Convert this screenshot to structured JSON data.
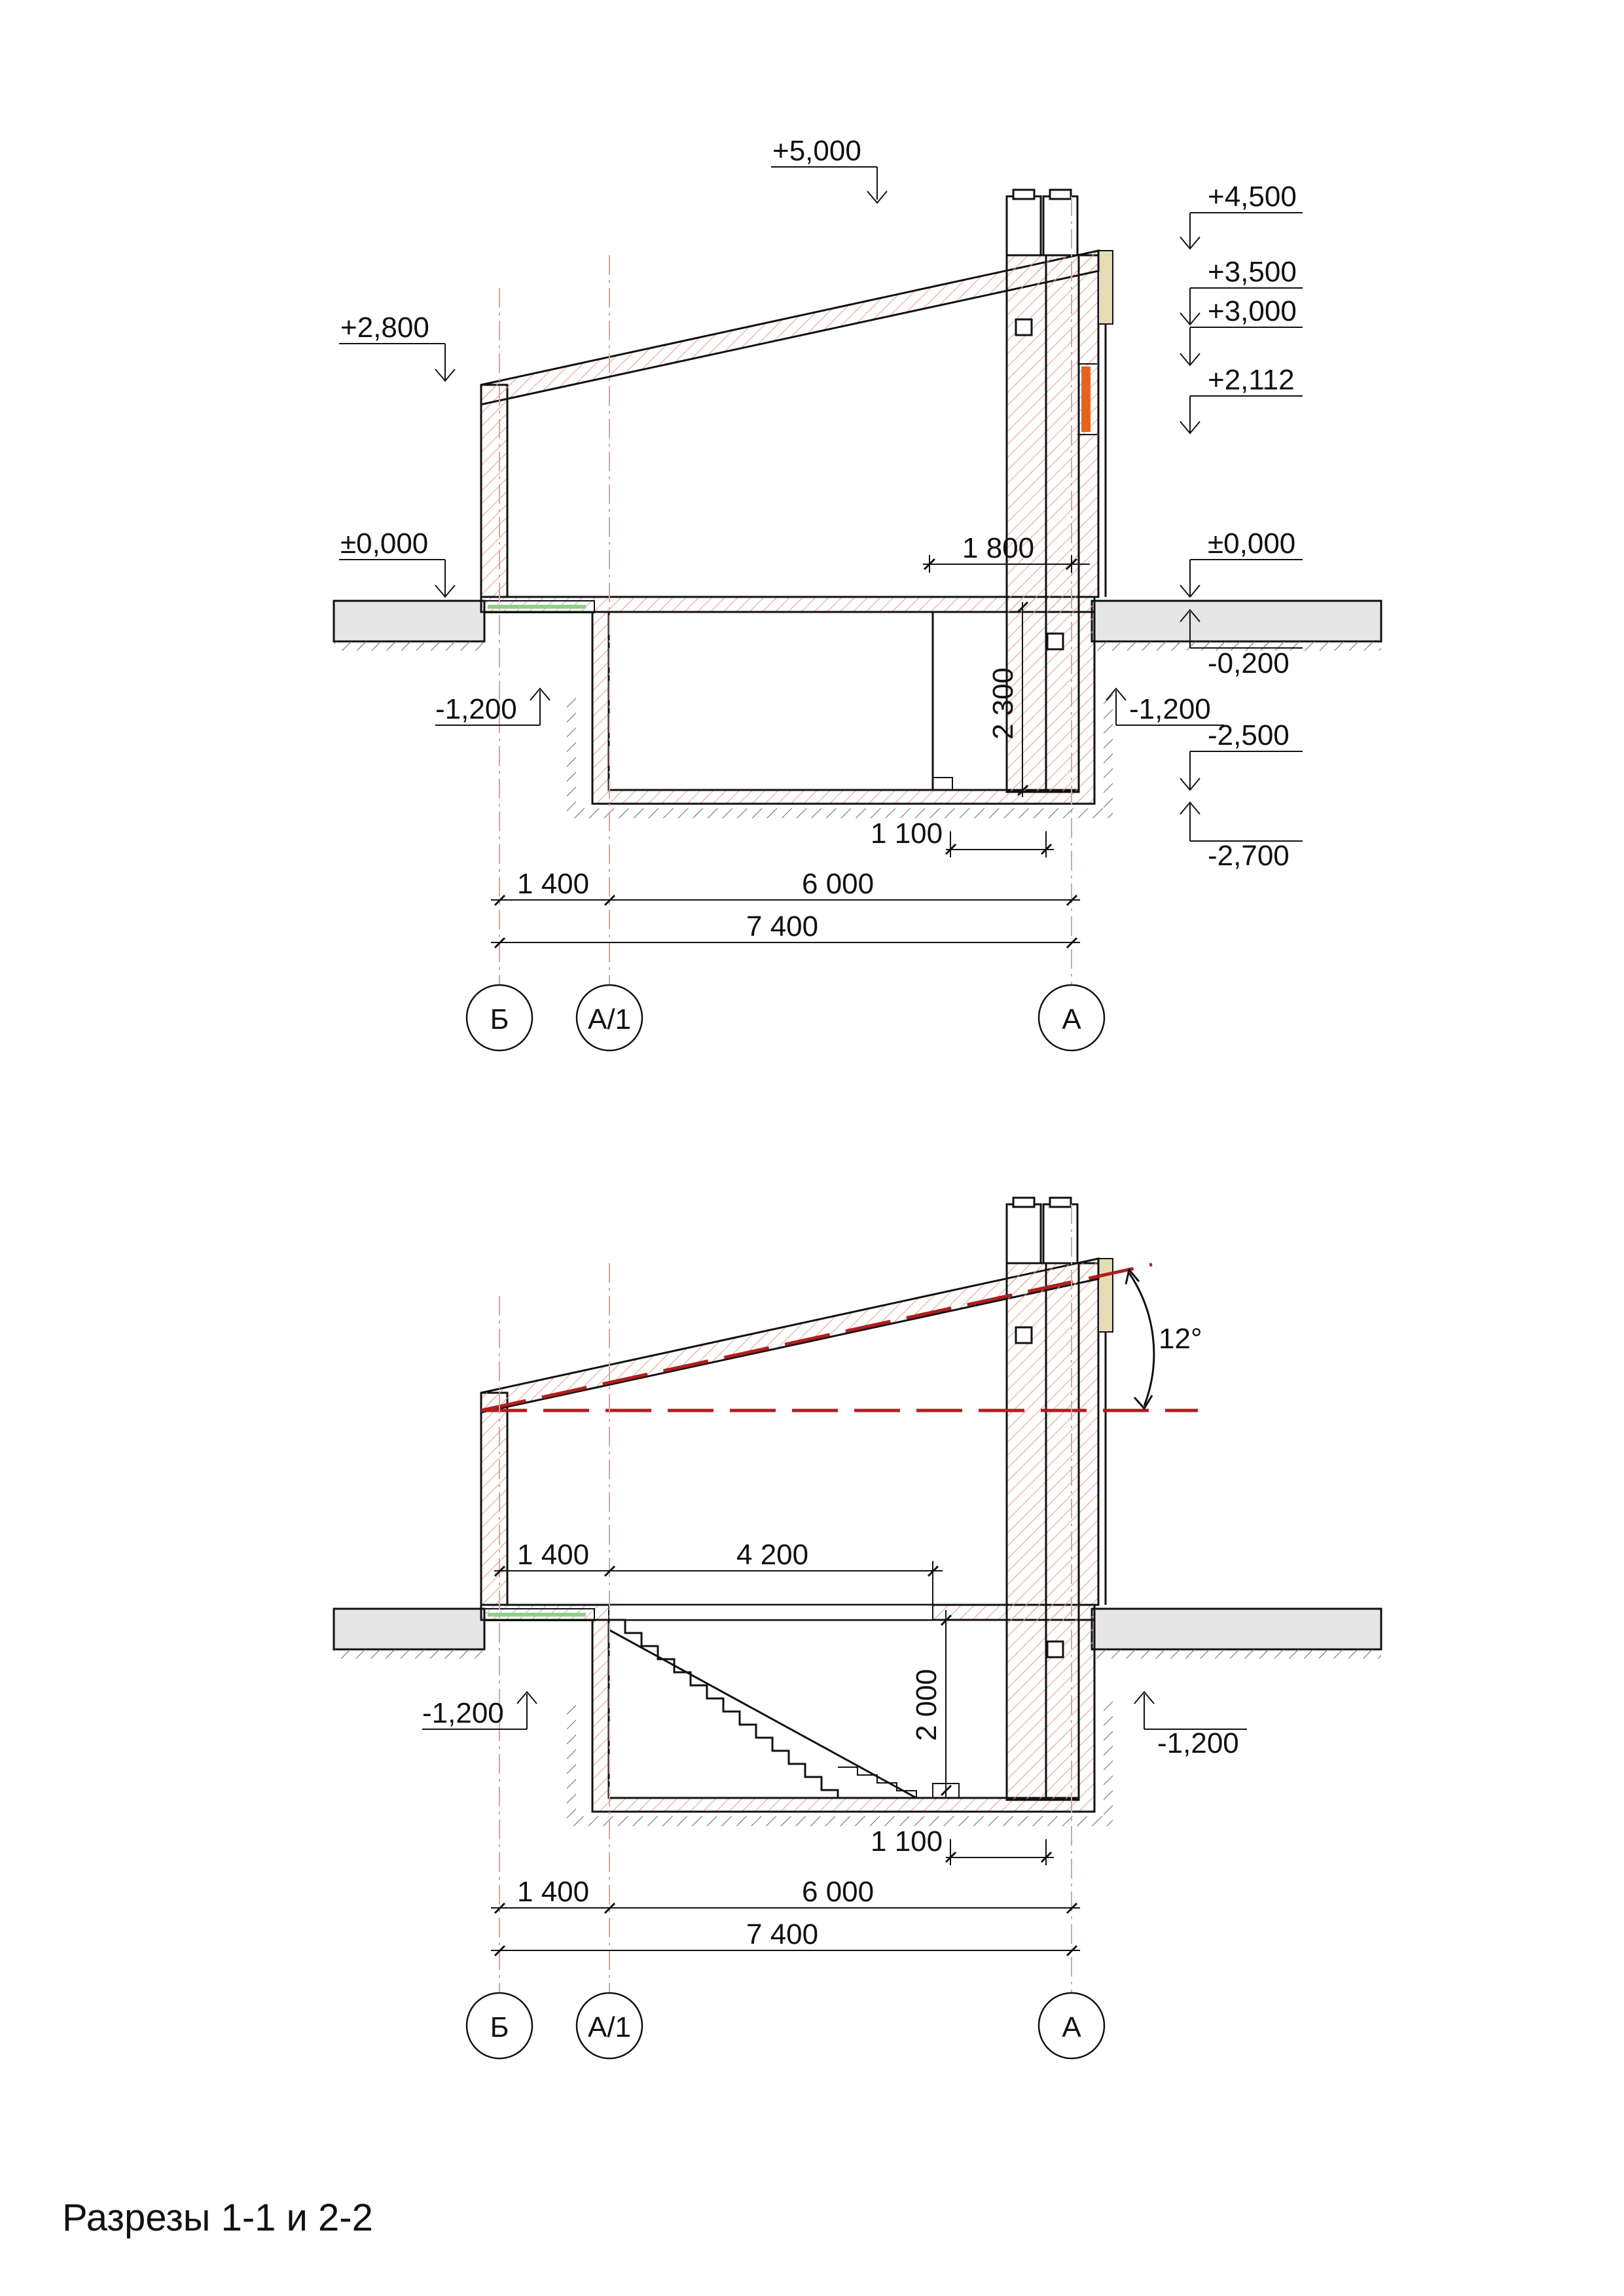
{
  "sheet_title": "Разрезы 1-1 и 2-2",
  "colors": {
    "line": "#111111",
    "hatch": "#e3a39a",
    "ground_fill": "#e6e6e6",
    "axis_line": "#e7a08d",
    "slope_line": "#b01e1e",
    "window": "#e2661d",
    "cladding": "#e5dcb7",
    "insulation": "#8fd088"
  },
  "axes": [
    {
      "label": "Б"
    },
    {
      "label": "А/1"
    },
    {
      "label": "А"
    }
  ],
  "section_1": {
    "levels": {
      "roof_top": "+5,000",
      "chimney_top": "+4,500",
      "parapet": "+3,500",
      "ridge": "+3,000",
      "window_top": "+2,112",
      "eave": "+2,800",
      "floor_left": "±0,000",
      "floor_right": "±0,000",
      "ground": "-0,200",
      "foundation_left": "-1,200",
      "foundation_right": "-1,200",
      "cellar_floor": "-2,500",
      "cellar_slab_bottom": "-2,700"
    },
    "dims": {
      "d1800": "1 800",
      "d2300": "2 300",
      "d1100": "1 100",
      "d1400": "1 400",
      "d6000": "6 000",
      "d7400": "7 400"
    }
  },
  "section_2": {
    "levels": {
      "foundation_left": "-1,200",
      "foundation_right": "-1,200"
    },
    "roof_slope": "12°",
    "dims": {
      "d1400_top": "1 400",
      "d4200": "4 200",
      "d2000": "2 000",
      "d1100": "1 100",
      "d1400": "1 400",
      "d6000": "6 000",
      "d7400": "7 400"
    }
  }
}
